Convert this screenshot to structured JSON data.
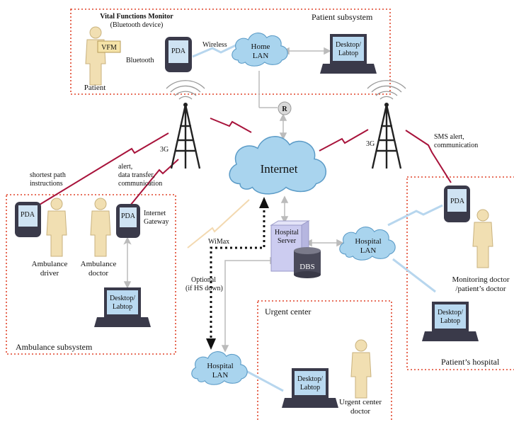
{
  "colors": {
    "subsystem_border": "#e0442a",
    "cloud_fill": "#a9d4ee",
    "cloud_stroke": "#5b9bc7",
    "person_fill": "#f1dfb2",
    "person_stroke": "#c9b27d",
    "wireless_line": "#b7d6ee",
    "cellular_link": "#a8133b",
    "wimax_link": "#f3d9b0",
    "server_fill": "#ccccf0",
    "db_fill": "#4a4a5a",
    "laptop_dark": "#3a3a4a",
    "laptop_screen": "#b9d9f0"
  },
  "patient_subsystem": {
    "title": "Patient subsystem",
    "vfm_title_line1": "Vital Functions Monitor",
    "vfm_title_line2": "(Bluetooth device)",
    "vfm_badge": "VFM",
    "person_label": "Patient",
    "pda_label": "PDA",
    "bluetooth_label": "Bluetooth",
    "wireless_label": "Wireless",
    "home_lan_line1": "Home",
    "home_lan_line2": "LAN",
    "desktop_line1": "Desktop/",
    "desktop_line2": "Labtop"
  },
  "router_label": "R",
  "internet_label": "Internet",
  "tower_label_left": "3G",
  "tower_label_right": "3G",
  "link_labels": {
    "shortest_path_line1": "shortest path",
    "shortest_path_line2": "instructions",
    "alert_line1": "alert,",
    "alert_line2": "data transfer,",
    "alert_line3": "communication",
    "sms_line1": "SMS alert,",
    "sms_line2": "communication",
    "wimax": "WiMax",
    "optional_line1": "Optional",
    "optional_line2": "(if HS down)"
  },
  "ambulance_subsystem": {
    "title": "Ambulance subsystem",
    "pda_left": "PDA",
    "pda_right": "PDA",
    "gateway_line1": "Internet",
    "gateway_line2": "Gateway",
    "driver_line1": "Ambulance",
    "driver_line2": "driver",
    "doctor_line1": "Ambulance",
    "doctor_line2": "doctor",
    "desktop_line1": "Desktop/",
    "desktop_line2": "Labtop"
  },
  "hospital_server": {
    "line1": "Hospital",
    "line2": "Server",
    "dbs_label": "DBS"
  },
  "hospital_lan_right_line1": "Hospital",
  "hospital_lan_right_line2": "LAN",
  "hospital_lan_bottom_line1": "Hospital",
  "hospital_lan_bottom_line2": "LAN",
  "patients_hospital": {
    "title": "Patient’s hospital",
    "pda_label": "PDA",
    "doctor_line1": "Monitoring doctor",
    "doctor_line2": "/patient’s doctor",
    "desktop_line1": "Desktop/",
    "desktop_line2": "Labtop"
  },
  "urgent_center": {
    "title": "Urgent center",
    "desktop_line1": "Desktop/",
    "desktop_line2": "Labtop",
    "doctor_line1": "Urgent center",
    "doctor_line2": "doctor"
  }
}
